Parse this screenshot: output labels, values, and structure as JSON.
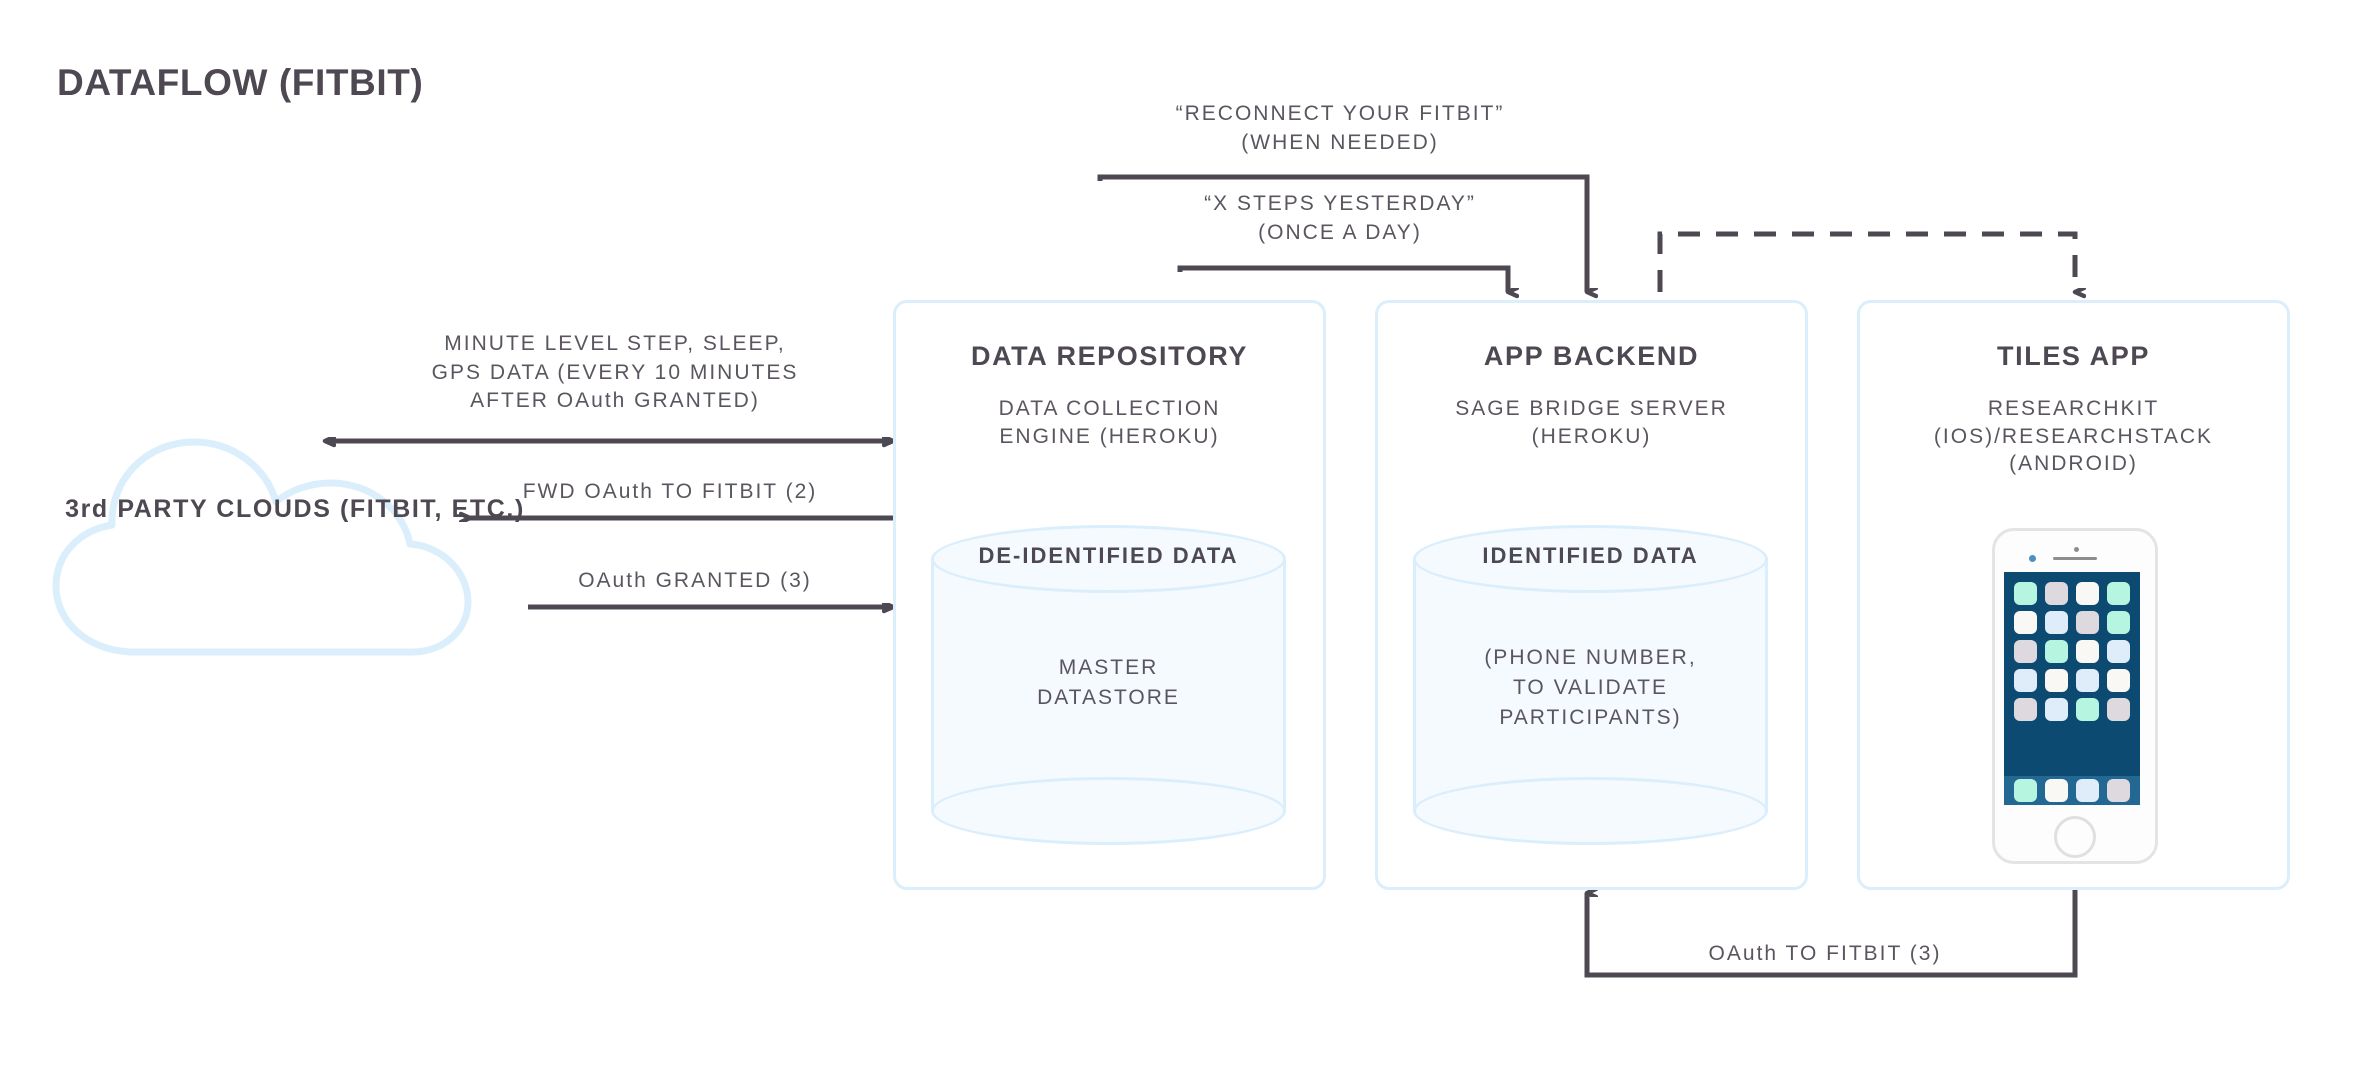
{
  "page": {
    "title": "DATAFLOW (FITBIT)",
    "accent_border": "#dbeefc",
    "cylinder_fill": "#f4fafe",
    "line_color": "#4e4852",
    "text_color": "#4e4852",
    "phone_screen": "#0d4a72",
    "phone_dock": "#236793"
  },
  "cloud": {
    "label": "3rd\nPARTY CLOUDS\n(FITBIT, ETC.)"
  },
  "panels": [
    {
      "id": "data-repository",
      "title": "DATA REPOSITORY",
      "subtitle": "DATA COLLECTION\nENGINE (HEROKU)",
      "store_label": "DE-IDENTIFIED DATA",
      "store_text": "MASTER\nDATASTORE"
    },
    {
      "id": "app-backend",
      "title": "APP BACKEND",
      "subtitle": "SAGE BRIDGE SERVER\n(HEROKU)",
      "store_label": "IDENTIFIED DATA",
      "store_text": "(PHONE NUMBER,\nTO VALIDATE\nPARTICIPANTS)"
    },
    {
      "id": "tiles-app",
      "title": "TILES APP",
      "subtitle": "RESEARCHKIT\n(IOS)/RESEARCHSTACK\n(ANDROID)"
    }
  ],
  "edges": [
    {
      "id": "reconnect-fitbit",
      "label": "“RECONNECT YOUR FITBIT”\n(WHEN NEEDED)",
      "style": "solid",
      "direction": "data-repository-to-app-backend"
    },
    {
      "id": "x-steps-yesterday",
      "label": "“X STEPS YESTERDAY”\n(ONCE A DAY)",
      "style": "solid",
      "direction": "data-repository-to-app-backend"
    },
    {
      "id": "app-backend-to-tiles",
      "label": "",
      "style": "dashed",
      "direction": "app-backend-to-tiles-app"
    },
    {
      "id": "minute-level-data",
      "label": "MINUTE LEVEL STEP, SLEEP,\nGPS DATA (EVERY 10 MINUTES\nAFTER OAuth GRANTED)",
      "style": "solid",
      "direction": "bidirectional"
    },
    {
      "id": "fwd-oauth-to-fitbit",
      "label": "FWD OAuth TO FITBIT (2)",
      "style": "solid",
      "direction": "data-repository-to-cloud"
    },
    {
      "id": "oauth-granted",
      "label": "OAuth GRANTED (3)",
      "style": "solid",
      "direction": "cloud-to-data-repository"
    },
    {
      "id": "oauth-to-fitbit-bottom",
      "label": "OAuth TO FITBIT (3)",
      "style": "solid",
      "direction": "tiles-app-to-app-backend"
    }
  ],
  "phone": {
    "tile_rows": [
      [
        "#b6f5e0",
        "#ddd9de",
        "#faf8f5",
        "#b6f5e0"
      ],
      [
        "#faf8f5",
        "#dfecfa",
        "#ddd9de",
        "#b6f5e0"
      ],
      [
        "#ddd9de",
        "#b6f5e0",
        "#faf8f5",
        "#dfecfa"
      ],
      [
        "#dfecfa",
        "#faf8f5",
        "#dfecfa",
        "#faf8f5"
      ],
      [
        "#ddd9de",
        "#dfecfa",
        "#b6f5e0",
        "#ddd9de"
      ]
    ],
    "dock_tiles": [
      "#b6f5e0",
      "#faf8f5",
      "#dfecfa",
      "#ddd9de"
    ]
  }
}
